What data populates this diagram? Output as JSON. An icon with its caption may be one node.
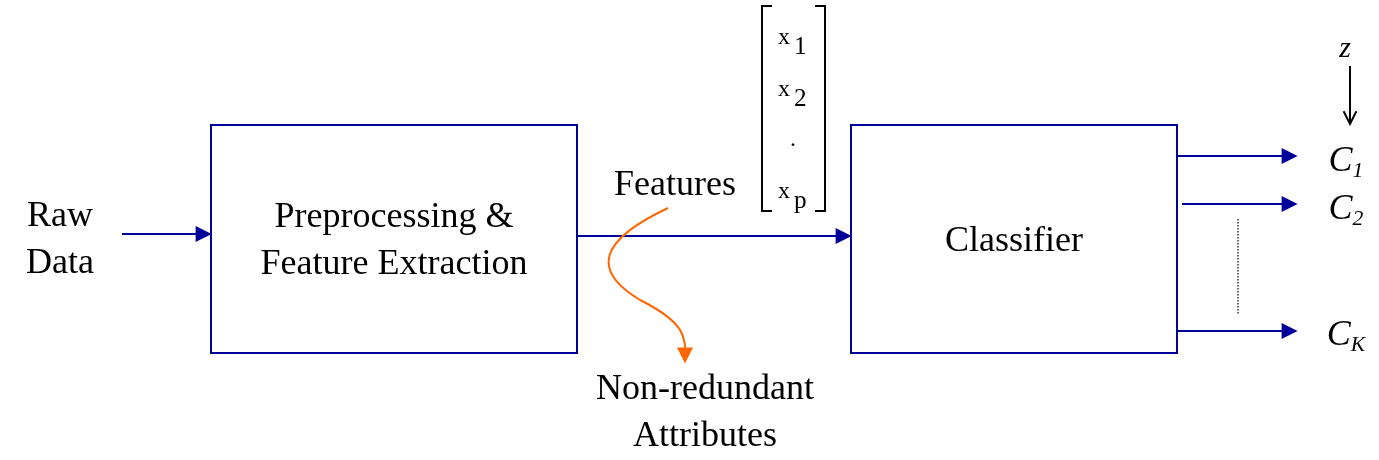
{
  "diagram": {
    "nodes": [
      {
        "text": [
          "Raw Data"
        ]
      },
      {
        "text": [
          "Preprocessing & Feature Extraction"
        ]
      },
      {
        "text": [
          "Features"
        ]
      },
      {
        "text": [
          "Classifier"
        ]
      },
      {
        "text": [
          "Non-redundant Attributes"
        ]
      },
      {
        "text": [
          "z"
        ]
      },
      {
        "text": [
          "C$_{1}$"
        ]
      },
      {
        "text": [
          "C$_{2}$"
        ]
      },
      {
        "text": [
          "C$_{K}$"
        ]
      }
    ],
    "edges": [
      {
        "from": 0,
        "to": 1,
        "arrow": "to"
      },
      {
        "from": 1,
        "to": 3,
        "arrow": "to"
      },
      {
        "from": 2,
        "to": 4,
        "arrow": "to",
        "color": "#ff6600"
      },
      {
        "from": 3,
        "to": 6,
        "arrow": "to"
      },
      {
        "from": 3,
        "to": 7,
        "arrow": "to"
      },
      {
        "from": 3,
        "to": 8,
        "arrow": "to"
      },
      {
        "from": 5,
        "to": 6,
        "arrow": "to",
        "color": "#000000"
      }
    ],
    "labels": [
      "x$_{1}$",
      "x$_{2}$",
      ".",
      "x$_{p}$"
    ]
  }
}
